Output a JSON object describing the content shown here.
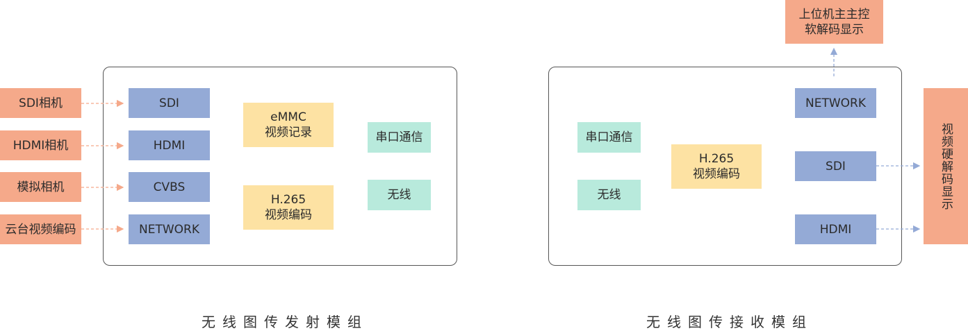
{
  "colors": {
    "source": "#f5a98a",
    "interface": "#94aad6",
    "processing": "#fde2a3",
    "communication": "#b8eadc",
    "arrow_tx": "#f5a98a",
    "arrow_rx": "#94aad6"
  },
  "transmitter": {
    "caption": "无线图传发射模组",
    "sources": [
      "SDI相机",
      "HDMI相机",
      "模拟相机",
      "云台视频编码"
    ],
    "interfaces": [
      "SDI",
      "HDMI",
      "CVBS",
      "NETWORK"
    ],
    "storage": "eMMC\n视频记录",
    "encoder": "H.265\n视频编码",
    "serial": "串口通信",
    "wireless": "无线"
  },
  "receiver": {
    "caption": "无线图传接收模组",
    "host": "上位机主主控\n软解码显示",
    "serial": "串口通信",
    "wireless": "无线",
    "codec": "H.265\n视频编码",
    "interfaces": [
      "NETWORK",
      "SDI",
      "HDMI"
    ],
    "display": "视频硬解码显示"
  }
}
